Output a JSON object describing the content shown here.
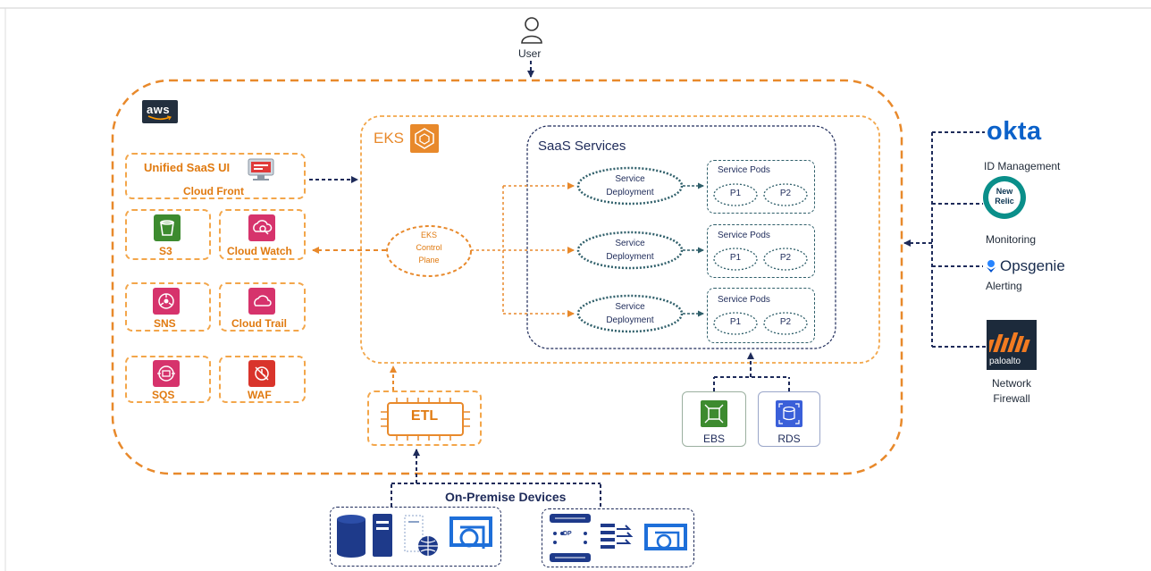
{
  "user": {
    "label": "User"
  },
  "aws": {
    "logo_text": "aws"
  },
  "eks": {
    "title": "EKS",
    "control_plane": [
      "EKS",
      "Control",
      "Plane"
    ]
  },
  "saas": {
    "title": "SaaS Services"
  },
  "left_services": {
    "unified_ui": "Unified SaaS UI",
    "cloud_front": "Cloud Front",
    "s3": "S3",
    "cloud_watch": "Cloud Watch",
    "sns": "SNS",
    "cloud_trail": "Cloud Trail",
    "sqs": "SQS",
    "waf": "WAF"
  },
  "deployments": [
    {
      "line1": "Service",
      "line2": "Deployment",
      "pods_title": "Service Pods",
      "pods": [
        "P1",
        "P2"
      ]
    },
    {
      "line1": "Service",
      "line2": "Deployment",
      "pods_title": "Service Pods",
      "pods": [
        "P1",
        "P2"
      ]
    },
    {
      "line1": "Service",
      "line2": "Deployment",
      "pods_title": "Service Pods",
      "pods": [
        "P1",
        "P2"
      ]
    }
  ],
  "etl": {
    "label": "ETL"
  },
  "storage": {
    "ebs": "EBS",
    "rds": "RDS"
  },
  "on_premise": {
    "label": "On-Premise Devices",
    "chip_text": "DP"
  },
  "right_tools": {
    "okta_logo": "okta",
    "okta_caption": "ID Management",
    "newrelic_logo": [
      "New",
      "Relic"
    ],
    "newrelic_caption": "Monitoring",
    "opsgenie_logo": "Opsgenie",
    "opsgenie_caption": "Alerting",
    "paloalto_logo": "paloalto",
    "paloalto_caption": [
      "Network",
      "Firewall"
    ]
  },
  "colors": {
    "aws_orange": "#e8892b",
    "navy": "#1e2b5a",
    "teal_dash": "#2f5f6a",
    "s3_green": "#3d8b2f",
    "pink": "#d6336c",
    "waf_red": "#d9342b",
    "okta_blue": "#0b61c9",
    "storage_green": "#3d8b2f",
    "rds_blue": "#3a5fd9"
  }
}
